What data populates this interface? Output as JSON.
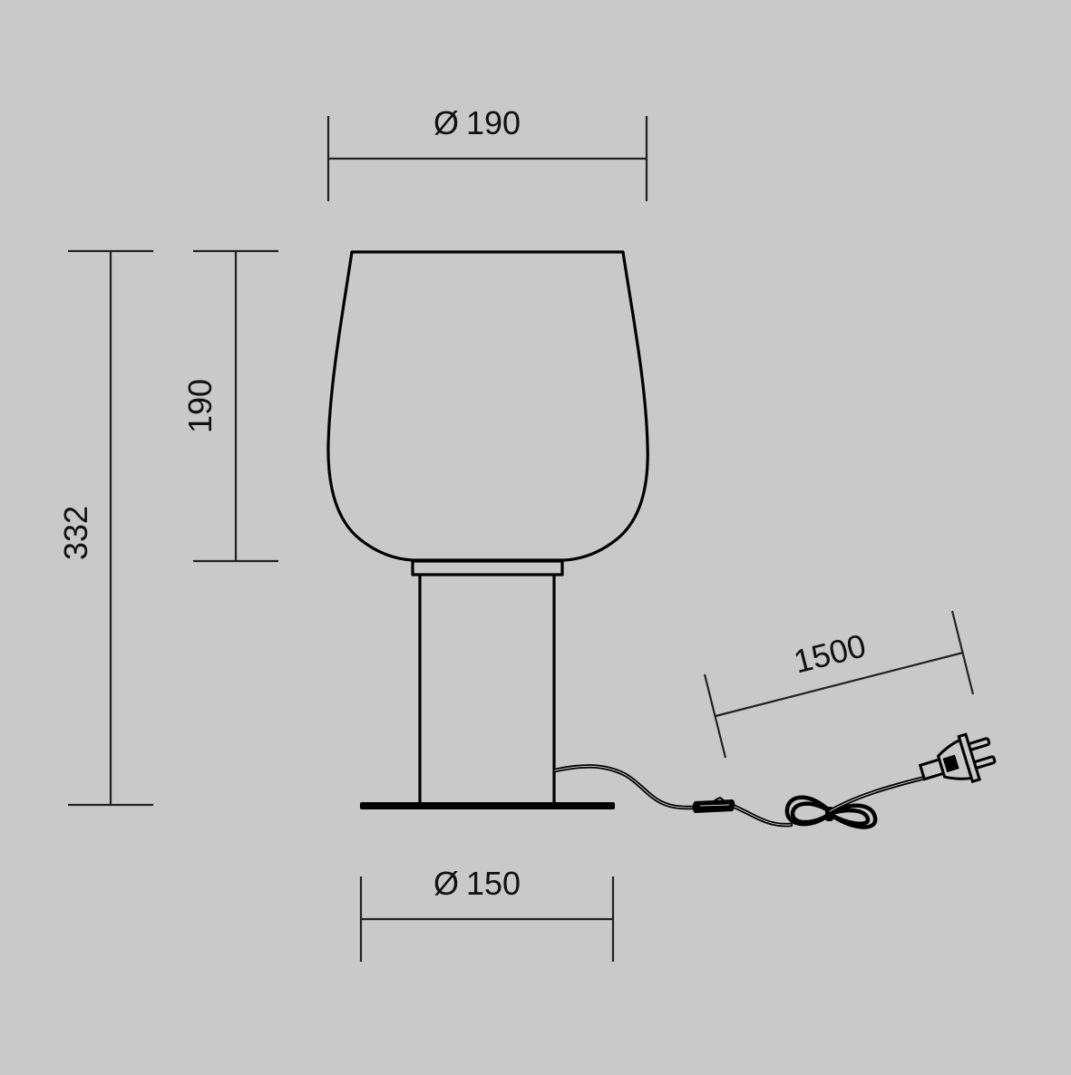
{
  "drawing": {
    "subject": "table lamp technical drawing",
    "background_color": "#c9c9c9",
    "line_color": "#000000",
    "units": "mm"
  },
  "dimensions": {
    "shade_diameter": {
      "symbol": "Ø",
      "value": "190",
      "label": "Ø 190"
    },
    "base_diameter": {
      "symbol": "Ø",
      "value": "150",
      "label": "Ø 150"
    },
    "total_height": {
      "value": "332"
    },
    "shade_height": {
      "value": "190"
    },
    "cord_length": {
      "value": "1500"
    }
  },
  "icons": {
    "diameter_symbol": "Ø",
    "plug": "two-pin-plug-icon",
    "switch": "inline-switch-icon"
  }
}
